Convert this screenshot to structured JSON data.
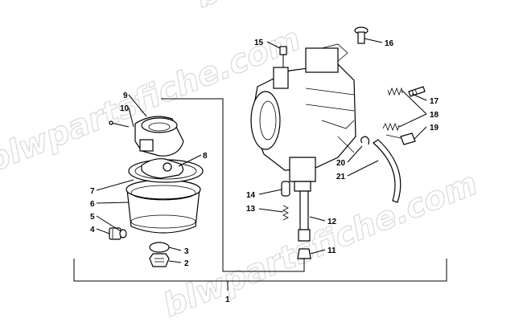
{
  "watermark": {
    "top": "blwpartsfiche.com",
    "left": "blwpartsfiche.com",
    "bottom": "blwpartsfiche.com"
  },
  "callouts": {
    "c1": "1",
    "c2": "2",
    "c3": "3",
    "c4": "4",
    "c5": "5",
    "c6": "6",
    "c7": "7",
    "c8": "8",
    "c9": "9",
    "c10": "10",
    "c11": "11",
    "c12": "12",
    "c13": "13",
    "c14": "14",
    "c15": "15",
    "c16": "16",
    "c17": "17",
    "c18": "18",
    "c19": "19",
    "c20": "20",
    "c21": "21"
  }
}
